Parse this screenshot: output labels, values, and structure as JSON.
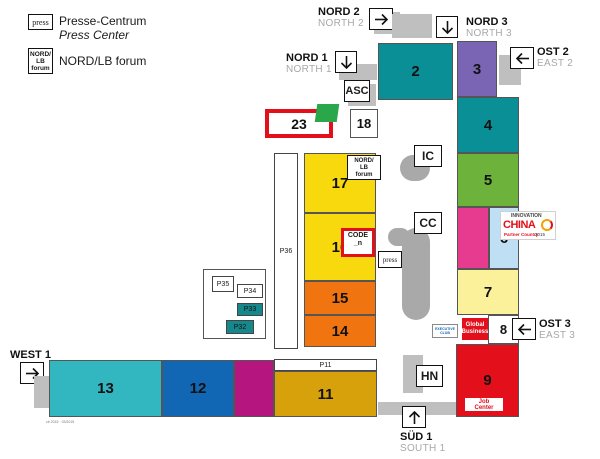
{
  "legend": {
    "press_badge": "press",
    "press_title": "Presse-Centrum",
    "press_subtitle": "Press Center",
    "forum_badge_line1": "NORD/",
    "forum_badge_line2": "LB",
    "forum_badge_line3": "forum",
    "forum_title": "NORD/LB forum"
  },
  "halls": {
    "h2": "2",
    "h3": "3",
    "h4": "4",
    "h5": "5",
    "h6": "6",
    "h7": "7",
    "h8": "8",
    "h9": "9",
    "h11": "11",
    "h12": "12",
    "h13": "13",
    "h14": "14",
    "h15": "15",
    "h16": "16",
    "h17": "17",
    "h18": "18",
    "h23": "23"
  },
  "facilities": {
    "asc": "ASC",
    "ic": "IC",
    "cc": "CC",
    "hn": "HN",
    "p11": "P11",
    "p32": "P32",
    "p33": "P33",
    "p34": "P34",
    "p35": "P35",
    "p36": "P36",
    "code_n_line1": "CODE",
    "code_n_line2": "_n",
    "press_kiosk": "press",
    "forum_line1": "NORD/",
    "forum_line2": "LB",
    "forum_line3": "forum"
  },
  "gates": {
    "nord2": {
      "title": "NORD 2",
      "subtitle": "NORTH 2"
    },
    "nord3": {
      "title": "NORD 3",
      "subtitle": "NORTH 3"
    },
    "nord1": {
      "title": "NORD 1",
      "subtitle": "NORTH 1"
    },
    "ost2": {
      "title": "OST 2",
      "subtitle": "EAST 2"
    },
    "ost3": {
      "title": "OST 3",
      "subtitle": "EAST 3"
    },
    "west1": {
      "title": "WEST 1",
      "subtitle": ""
    },
    "sud1": {
      "title": "SÜD 1",
      "subtitle": "SOUTH 1"
    }
  },
  "badges": {
    "china_title": "INNOVATION",
    "china_main": "CHINA",
    "china_sub": "Partner Country",
    "china_year": "2015",
    "global_line1": "Global",
    "global_line2": "Business",
    "jobs_line1": "Job",
    "jobs_line2": "Center",
    "executive_line1": "EXECUTIVE",
    "executive_line2": "CLUB"
  },
  "footnote": "cb 2015 · 03/2015",
  "colors": {
    "teal": "#0a8f97",
    "purple": "#7a64b4",
    "green": "#6db23a",
    "pink": "#e63b8e",
    "lightblue": "#bfe0f4",
    "paleyellow": "#fbf19a",
    "yellow": "#f7d90e",
    "orange": "#f07511",
    "red": "#e30f1a",
    "cyan": "#32b6bf",
    "blue": "#1167b4",
    "magenta": "#b4157e",
    "ochre": "#d6a10a",
    "darkteal": "#16888c"
  }
}
